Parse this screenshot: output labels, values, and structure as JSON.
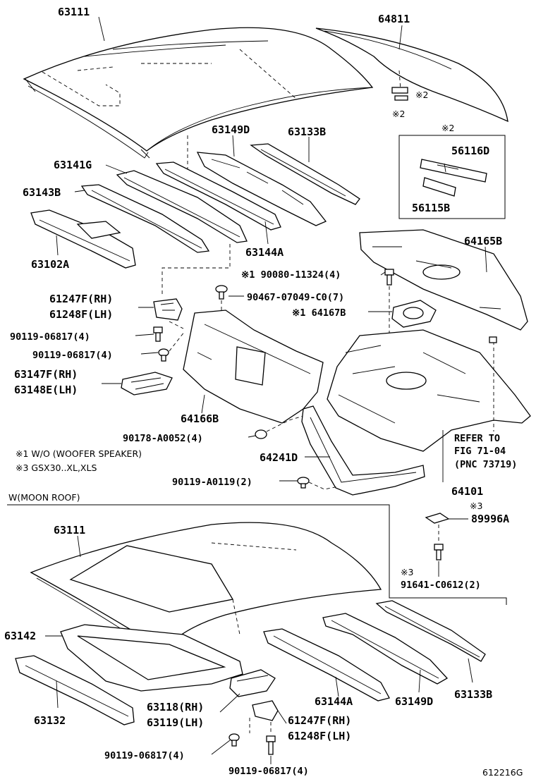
{
  "labels": {
    "roof_panel_top": "63111",
    "back_window_glass": "64811",
    "note2_a": "※2",
    "note2_b": "※2",
    "note2_box_header": "※2",
    "moulding_a": "56116D",
    "moulding_b": "56115B",
    "reinf_63149D_top": "63149D",
    "reinf_63133B_top": "63133B",
    "reinf_63141G": "63141G",
    "reinf_63143B": "63143B",
    "reinf_63144A_top": "63144A",
    "reinf_63102A": "63102A",
    "silencer_64165B": "64165B",
    "bolt_90080": "※1 90080-11324(4)",
    "clip_90467": "90467-07049-C0(7)",
    "bracket_64167B": "※1 64167B",
    "hinge_rh_top": "61247F(RH)",
    "hinge_lh_top": "61248F(LH)",
    "bolt_90119_a": "90119-06817(4)",
    "bolt_90119_b": "90119-06817(4)",
    "bracket_rh": "63147F(RH)",
    "bracket_lh": "63148E(LH)",
    "board_64166B": "64166B",
    "nut_90178": "90178-A0052(4)",
    "panel_64241D": "64241D",
    "refer_line1": "REFER TO",
    "refer_line2": "FIG 71-04",
    "refer_line3": "(PNC 73719)",
    "panel_64101": "64101",
    "screw_90119_A0119": "90119-A0119(2)",
    "note_w_o_woofer": "※1 W/O (WOOFER SPEAKER)",
    "note_gsx30": "※3 GSX30..XL,XLS",
    "section_moon_roof": "W(MOON ROOF)",
    "note3_a": "※3",
    "clip_89996A": "89996A",
    "note3_b": "※3",
    "screw_91641": "91641-C0612(2)",
    "roof_panel_moon": "63111",
    "frame_63142": "63142",
    "reinf_63132": "63132",
    "bracket_rh_moon": "63118(RH)",
    "bracket_lh_moon": "63119(LH)",
    "reinf_63144A_moon": "63144A",
    "reinf_63149D_moon": "63149D",
    "reinf_63133B_moon": "63133B",
    "hinge_rh_moon": "61247F(RH)",
    "hinge_lh_moon": "61248F(LH)",
    "bolt_90119_c": "90119-06817(4)",
    "bolt_90119_d": "90119-06817(4)",
    "figure_code": "612216G"
  }
}
